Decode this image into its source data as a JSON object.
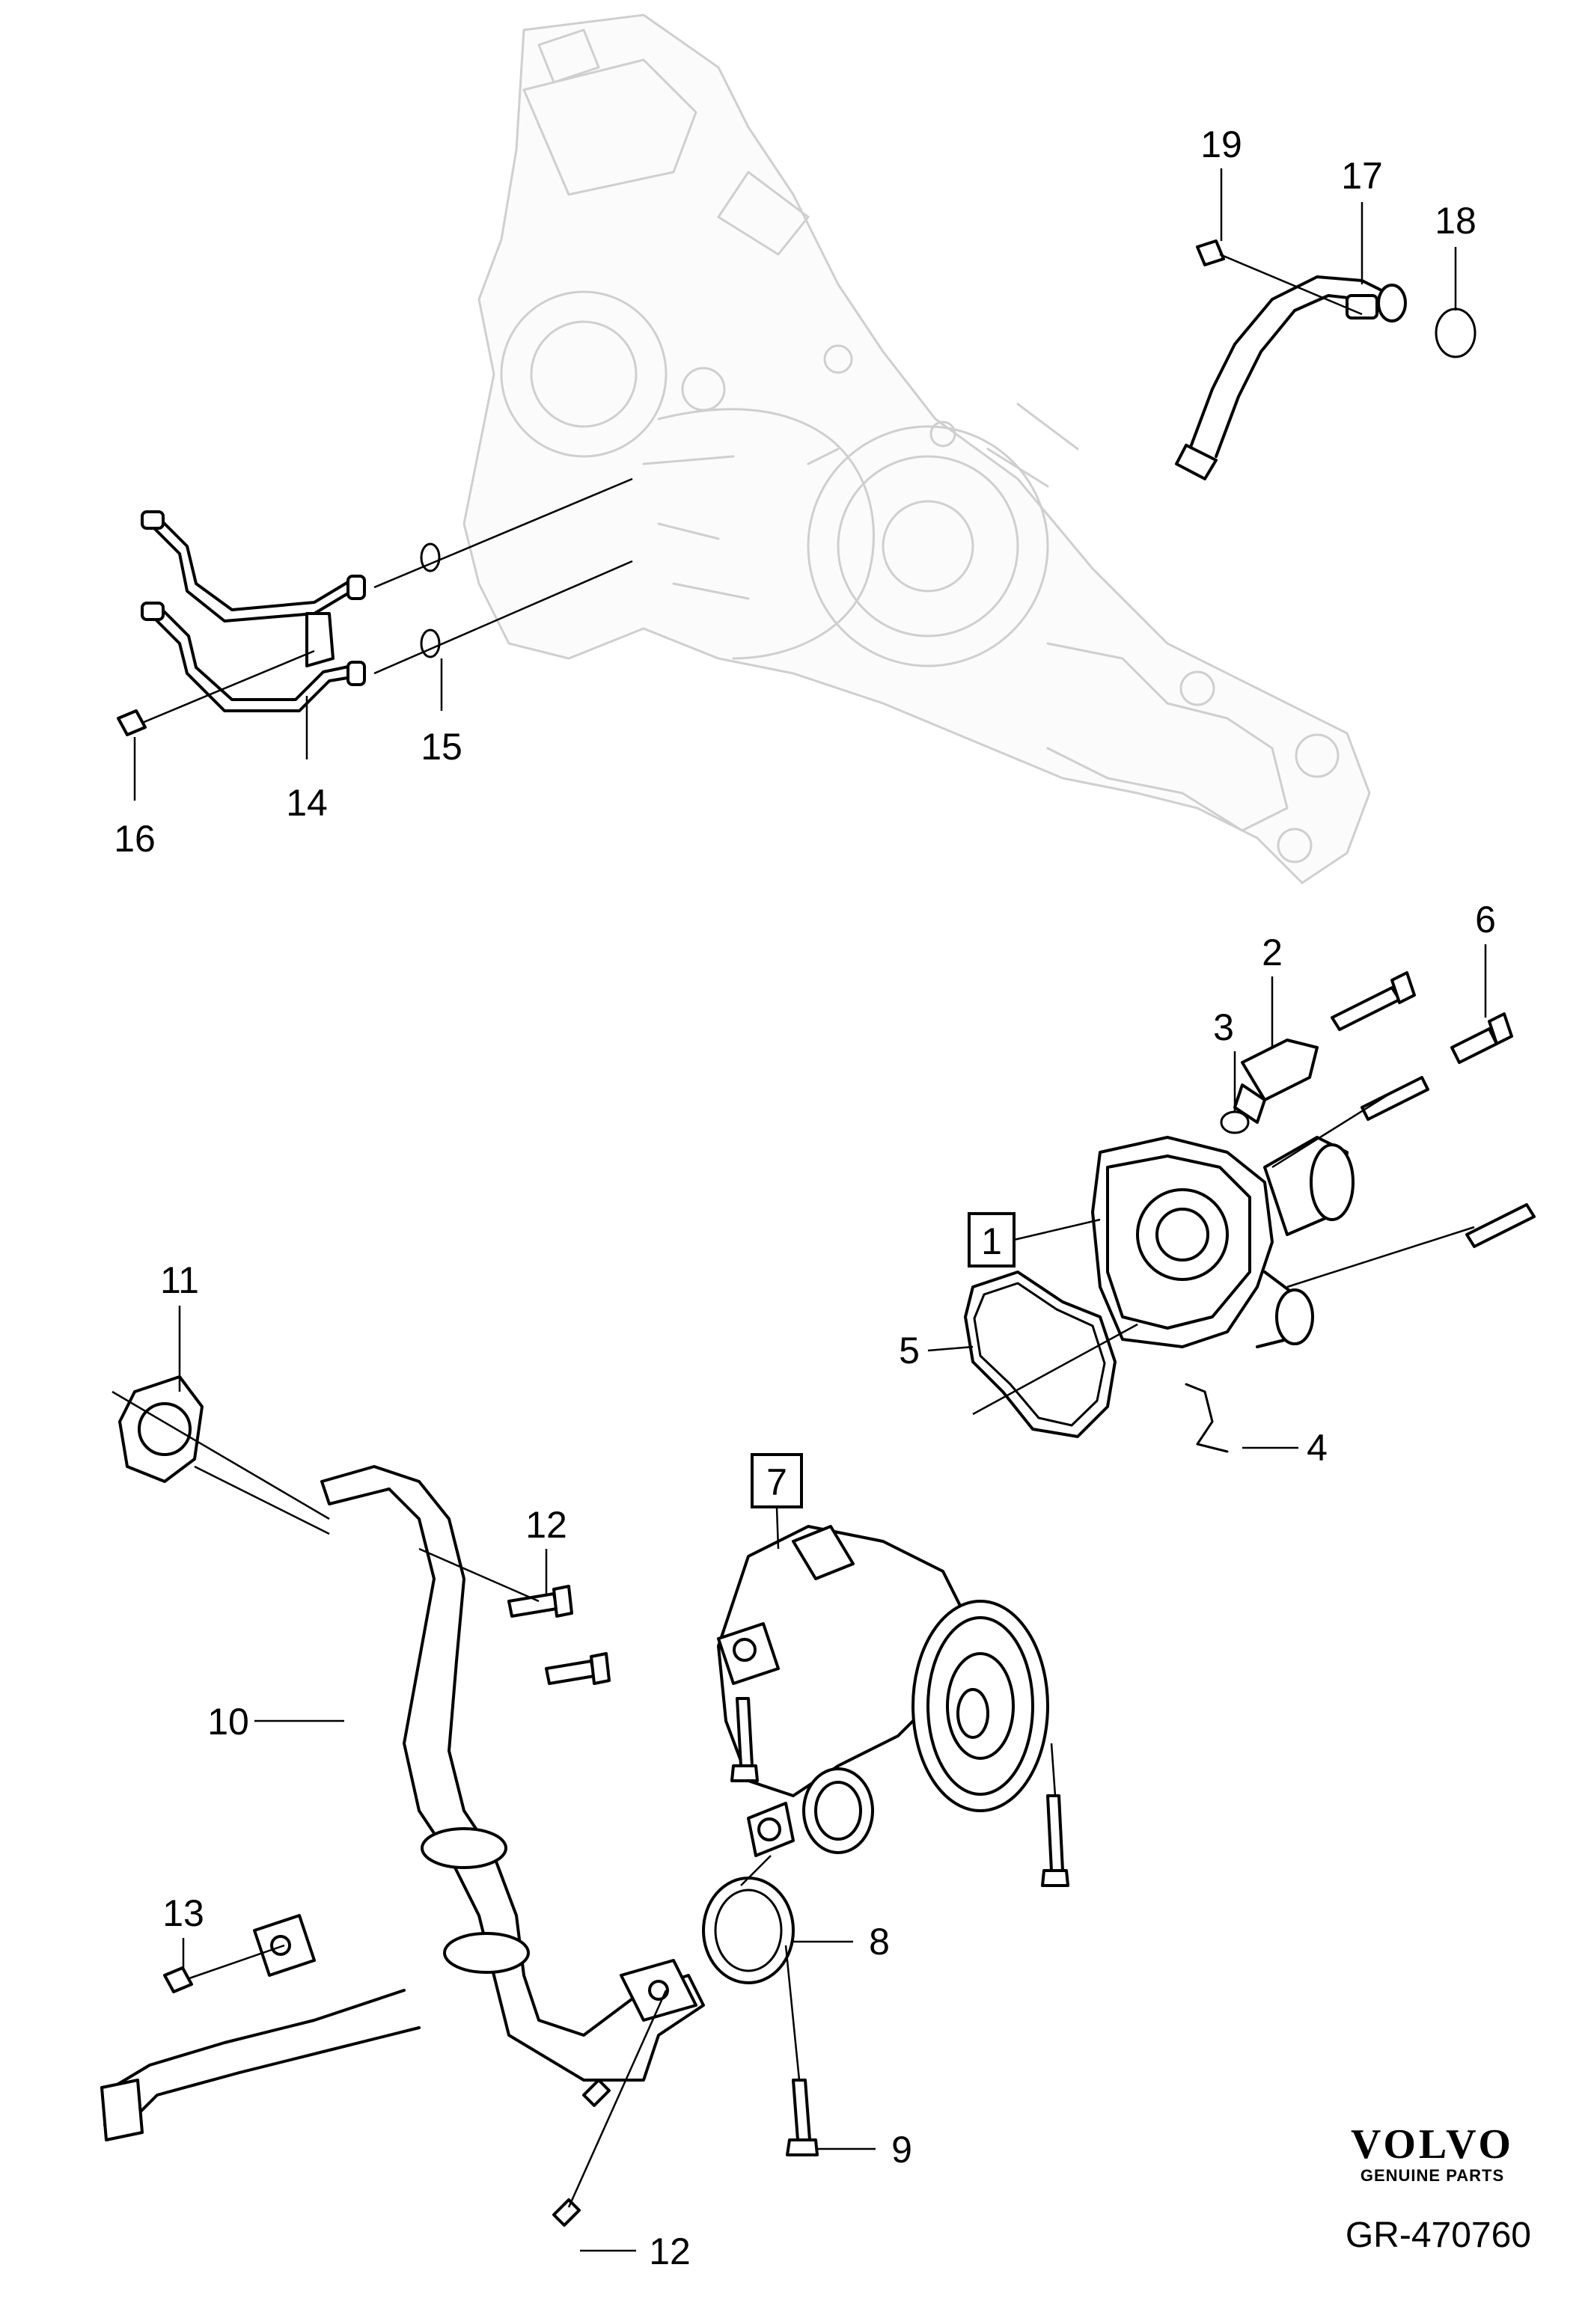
{
  "callouts": {
    "c1": "1",
    "c2": "2",
    "c3": "3",
    "c4": "4",
    "c5": "5",
    "c6": "6",
    "c7": "7",
    "c8": "8",
    "c9": "9",
    "c10": "10",
    "c11": "11",
    "c12a": "12",
    "c12b": "12",
    "c13": "13",
    "c14": "14",
    "c15": "15",
    "c16": "16",
    "c17": "17",
    "c18": "18",
    "c19": "19"
  },
  "brand": {
    "name": "VOLVO",
    "subtitle": "GENUINE PARTS"
  },
  "reference": "GR-470760"
}
